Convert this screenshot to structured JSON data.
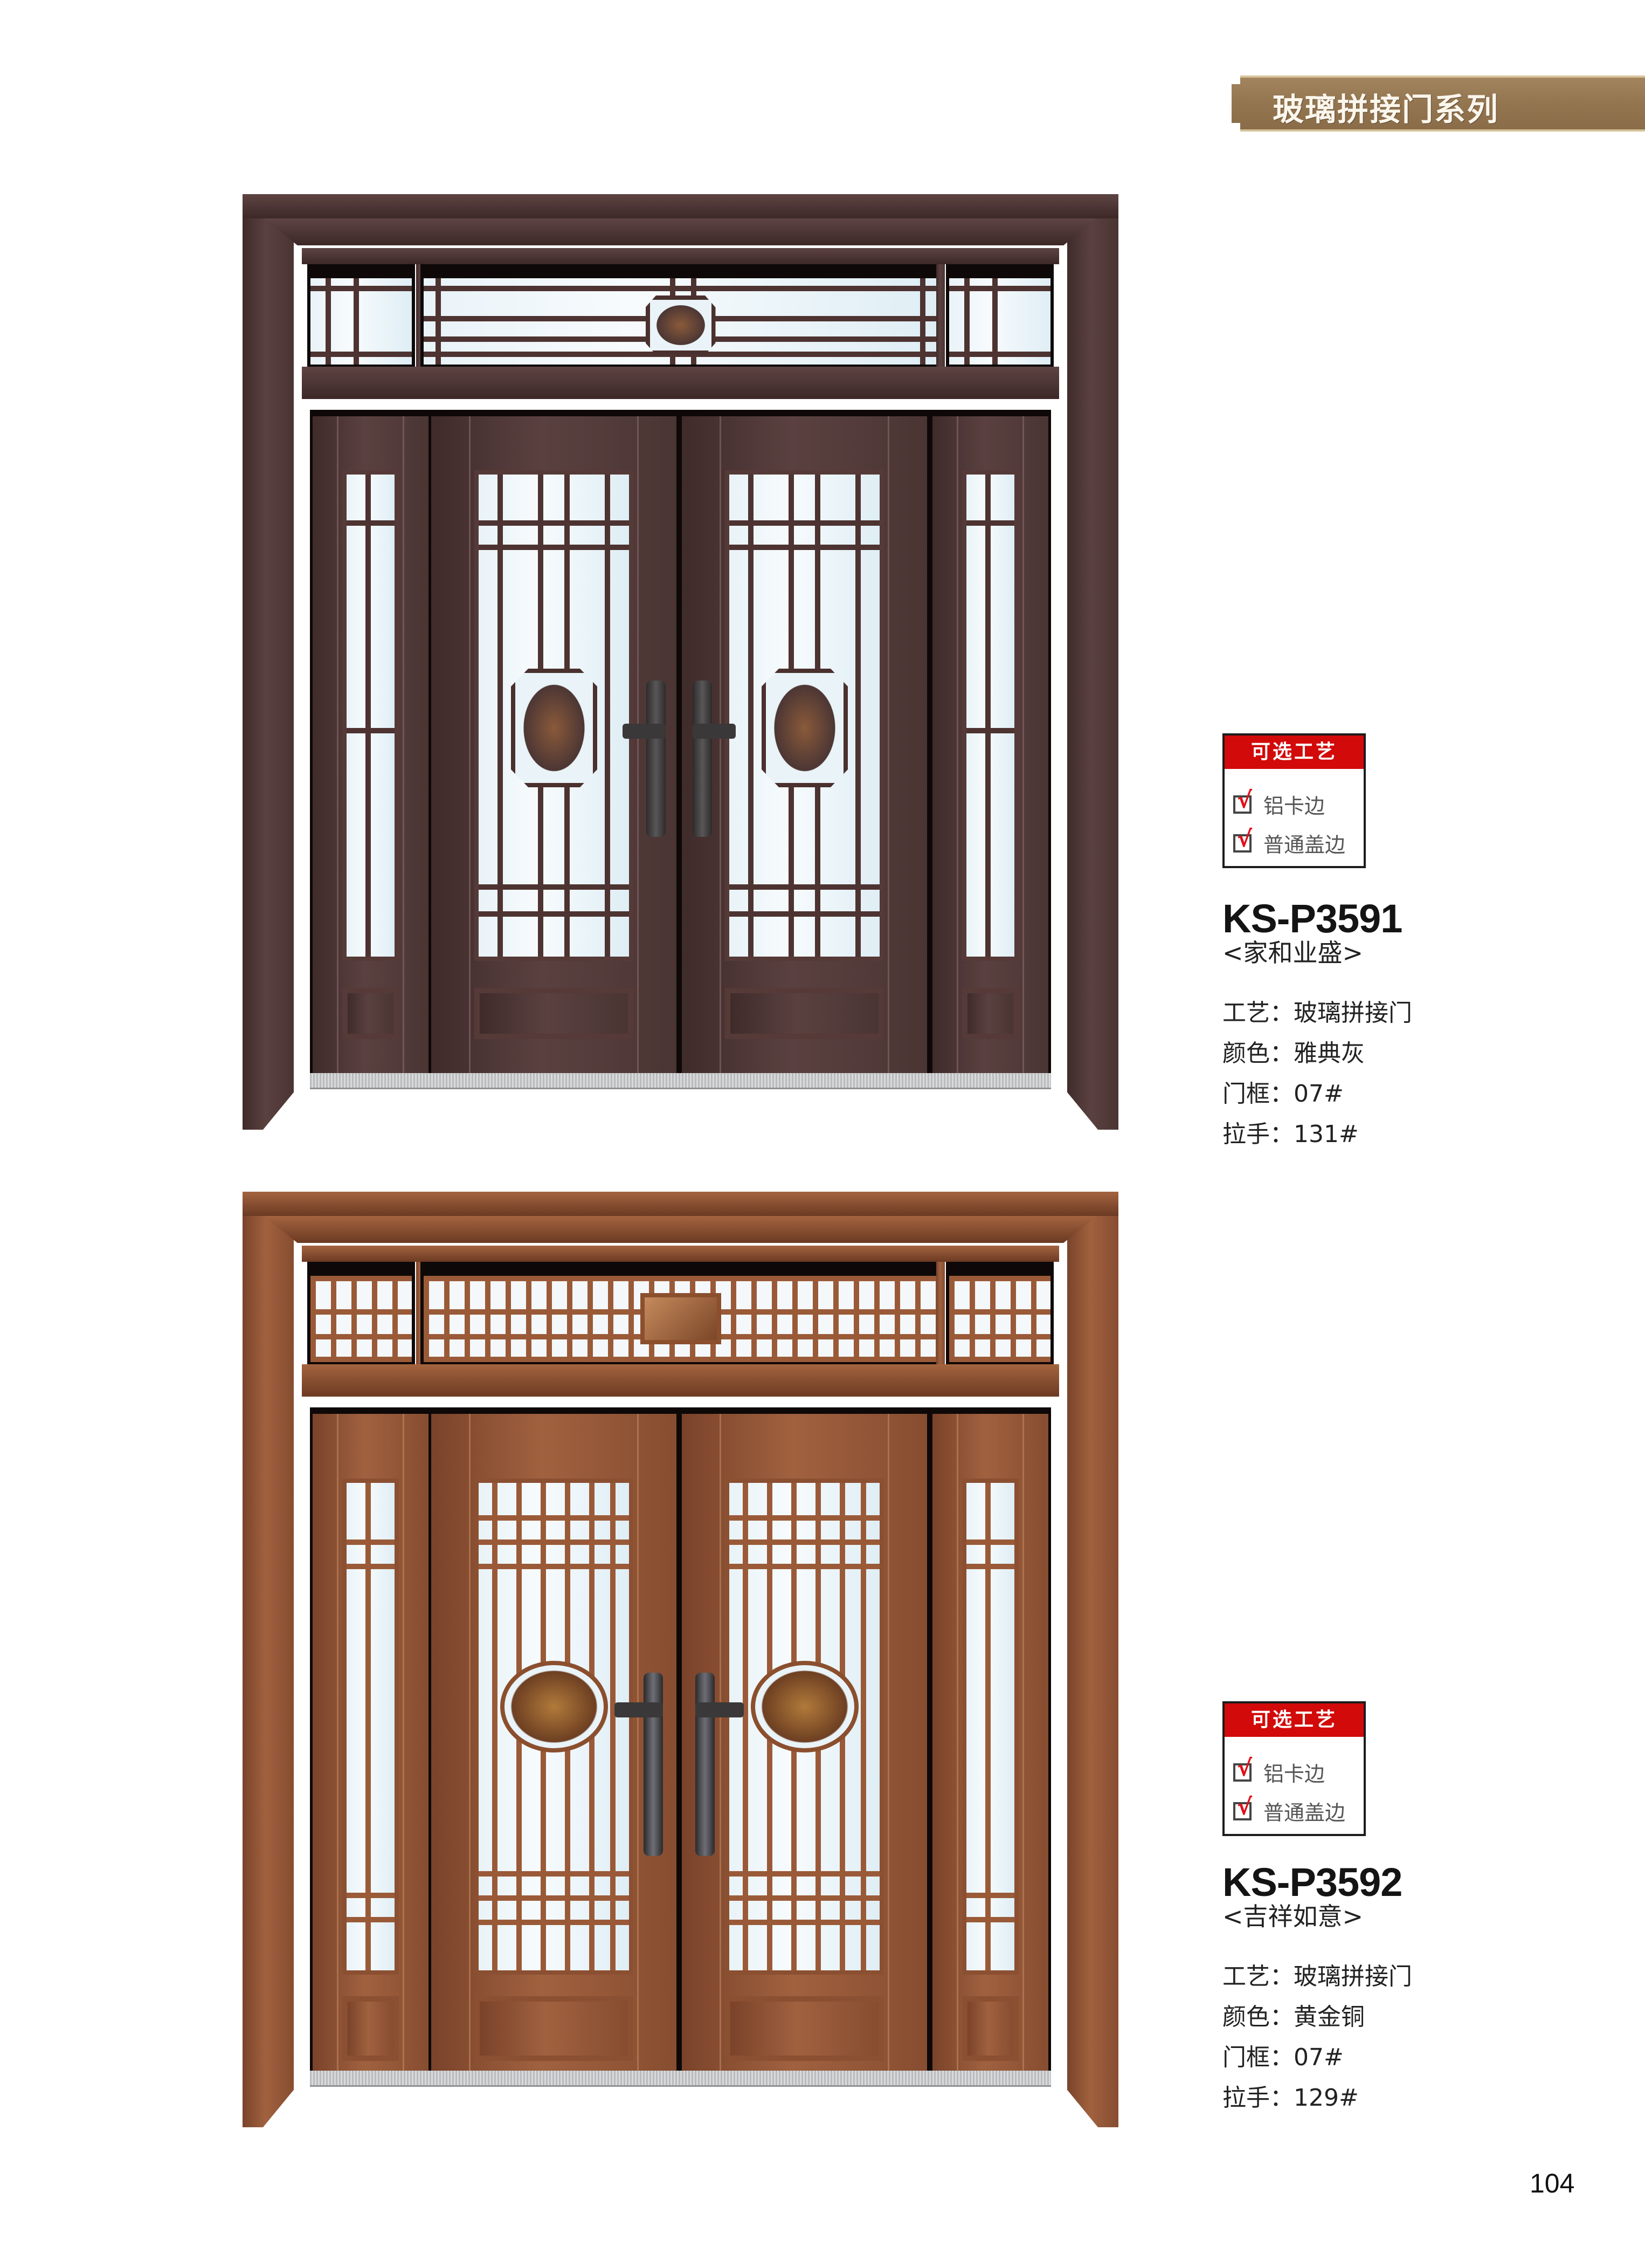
{
  "header": {
    "series_title": "玻璃拼接门系列",
    "banner_color": "#937550"
  },
  "products": [
    {
      "model": "KS-P3591",
      "name": "<家和业盛>",
      "options_box": {
        "title": "可选工艺",
        "items": [
          {
            "label": "铝卡边",
            "checked": true
          },
          {
            "label": "普通盖边",
            "checked": true
          }
        ]
      },
      "specs": [
        {
          "key": "工艺",
          "value": "玻璃拼接门",
          "text": "工艺：玻璃拼接门"
        },
        {
          "key": "颜色",
          "value": "雅典灰",
          "text": "颜色：雅典灰"
        },
        {
          "key": "门框",
          "value": "07#",
          "text": "门框：07#"
        },
        {
          "key": "拉手",
          "value": "131#",
          "text": "拉手：131#"
        }
      ],
      "door_image": {
        "description": "Four-leaf glass spliced entrance door with transom, dark grey-brown finish, octagonal lattice medallions",
        "color_hex": "#4f3837"
      }
    },
    {
      "model": "KS-P3592",
      "name": "<吉祥如意>",
      "options_box": {
        "title": "可选工艺",
        "items": [
          {
            "label": "铝卡边",
            "checked": true
          },
          {
            "label": "普通盖边",
            "checked": true
          }
        ]
      },
      "specs": [
        {
          "key": "工艺",
          "value": "玻璃拼接门",
          "text": "工艺：玻璃拼接门"
        },
        {
          "key": "颜色",
          "value": "黄金铜",
          "text": "颜色：黄金铜"
        },
        {
          "key": "门框",
          "value": "07#",
          "text": "门框：07#"
        },
        {
          "key": "拉手",
          "value": "129#",
          "text": "拉手：129#"
        }
      ],
      "door_image": {
        "description": "Four-leaf glass spliced entrance door with grid transom, copper finish, round 吉祥如意 medallions",
        "color_hex": "#8f5434"
      }
    }
  ],
  "accent_colors": {
    "option_header_red": "#d20a0a",
    "checkmark_red": "#e0101a"
  },
  "page_number": "104"
}
